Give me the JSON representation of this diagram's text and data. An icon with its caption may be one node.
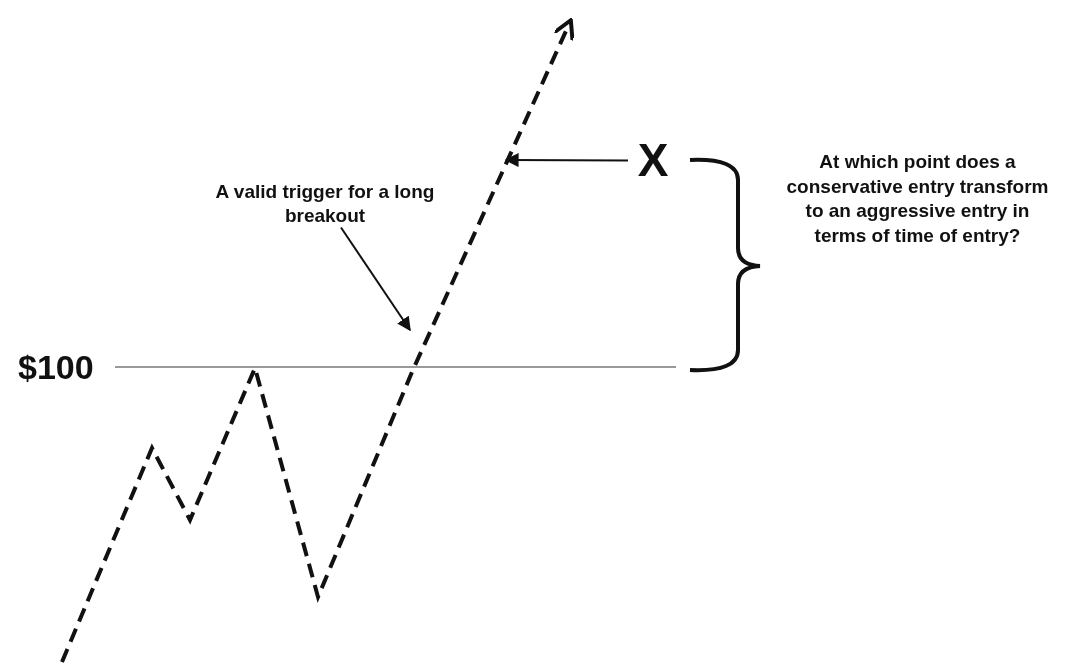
{
  "diagram": {
    "nodes": [
      {
        "text": [
          "A valid trigger for a long breakout"
        ]
      },
      {
        "text": [
          "X"
        ]
      }
    ],
    "edges": [
      {
        "from": 0,
        "to": null,
        "arrow": "to"
      },
      {
        "from": 1,
        "to": null,
        "arrow": "to"
      }
    ],
    "labels": [
      "$100",
      "At which point does a conservative entry transform to an aggressive entry in terms of time of entry?"
    ]
  }
}
